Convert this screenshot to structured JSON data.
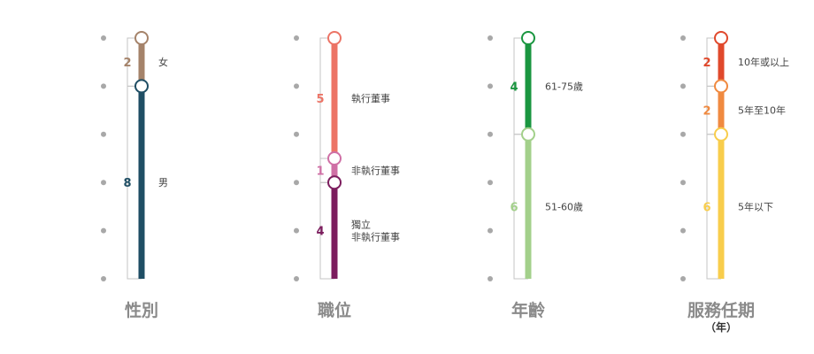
{
  "chart_data": {
    "type": "bar",
    "stacked": true,
    "orientation": "vertical",
    "total": 10,
    "groups": [
      {
        "title": "性別",
        "subtitle": "",
        "segments": [
          {
            "label": "女",
            "value": 2,
            "color": "#a5836a"
          },
          {
            "label": "男",
            "value": 8,
            "color": "#1f4e64"
          }
        ]
      },
      {
        "title": "職位",
        "subtitle": "",
        "segments": [
          {
            "label": "執行董事",
            "value": 5,
            "color": "#ec7466"
          },
          {
            "label": "非執行董事",
            "value": 1,
            "color": "#cf6fa5"
          },
          {
            "label": "獨立\n非執行董事",
            "value": 4,
            "color": "#7c1d5e"
          }
        ]
      },
      {
        "title": "年齡",
        "subtitle": "",
        "segments": [
          {
            "label": "61-75歲",
            "value": 4,
            "color": "#1a9640"
          },
          {
            "label": "51-60歲",
            "value": 6,
            "color": "#a3d08b"
          }
        ]
      },
      {
        "title": "服務任期",
        "subtitle": "（年）",
        "segments": [
          {
            "label": "10年或以上",
            "value": 2,
            "color": "#e0492c"
          },
          {
            "label": "5年至10年",
            "value": 2,
            "color": "#f08a40"
          },
          {
            "label": "5年以下",
            "value": 6,
            "color": "#f8cd4c"
          }
        ]
      }
    ]
  }
}
